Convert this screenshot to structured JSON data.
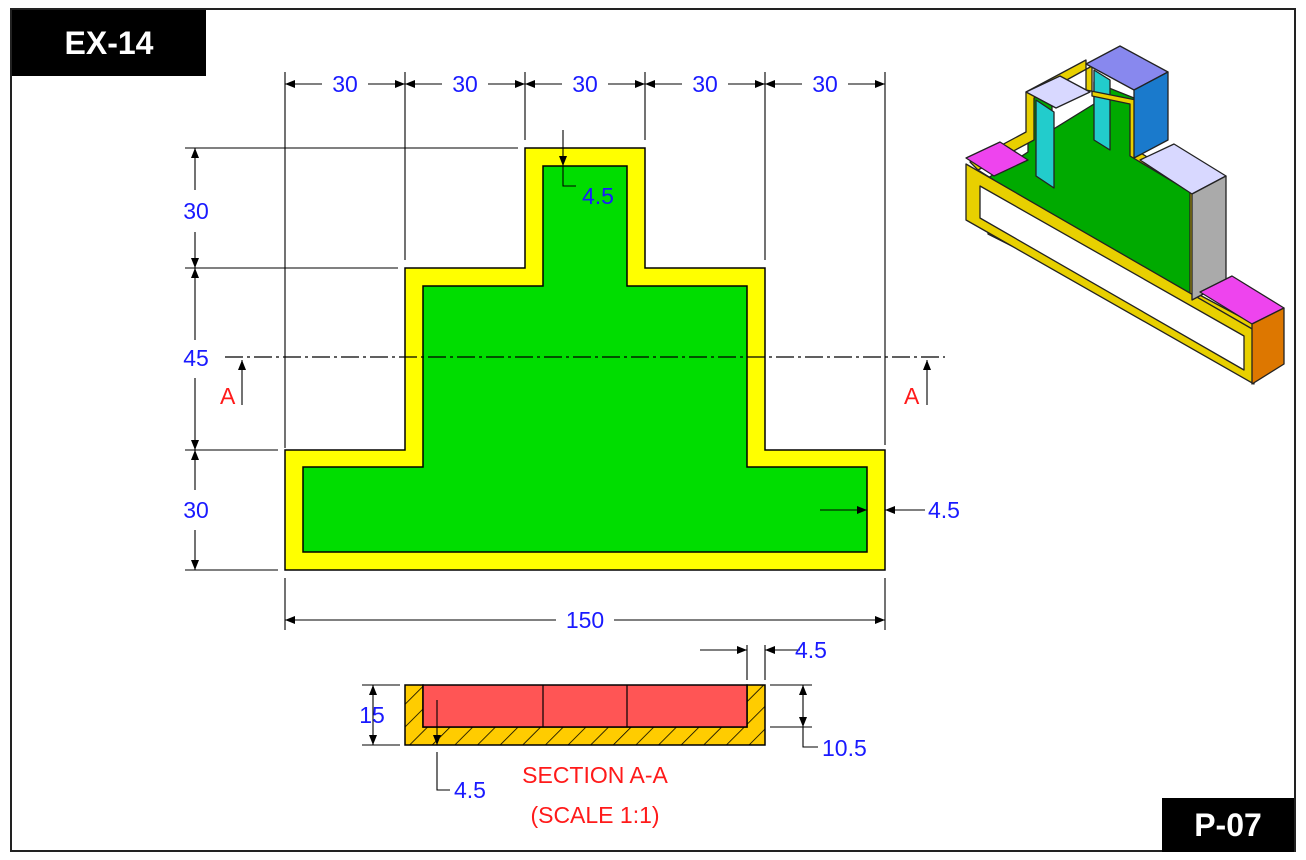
{
  "exercise_label": "EX-14",
  "page_label": "P-07",
  "top_dims": [
    "30",
    "30",
    "30",
    "30",
    "30"
  ],
  "left_dims": [
    "30",
    "45",
    "30"
  ],
  "wall_thickness": "4.5",
  "overall_width": "150",
  "section_marker": "A",
  "section": {
    "height": "15",
    "inner_depth": "10.5",
    "wall": "4.5",
    "bottom": "4.5",
    "title": "SECTION A-A",
    "scale": "(SCALE 1:1)"
  },
  "colors": {
    "wall": "#ffff00",
    "floor": "#00dd00",
    "section_fill": "#ff5555",
    "hatch": "#ffcc00",
    "dim_text": "#1a1aff",
    "section_text": "#ff1a1a"
  }
}
